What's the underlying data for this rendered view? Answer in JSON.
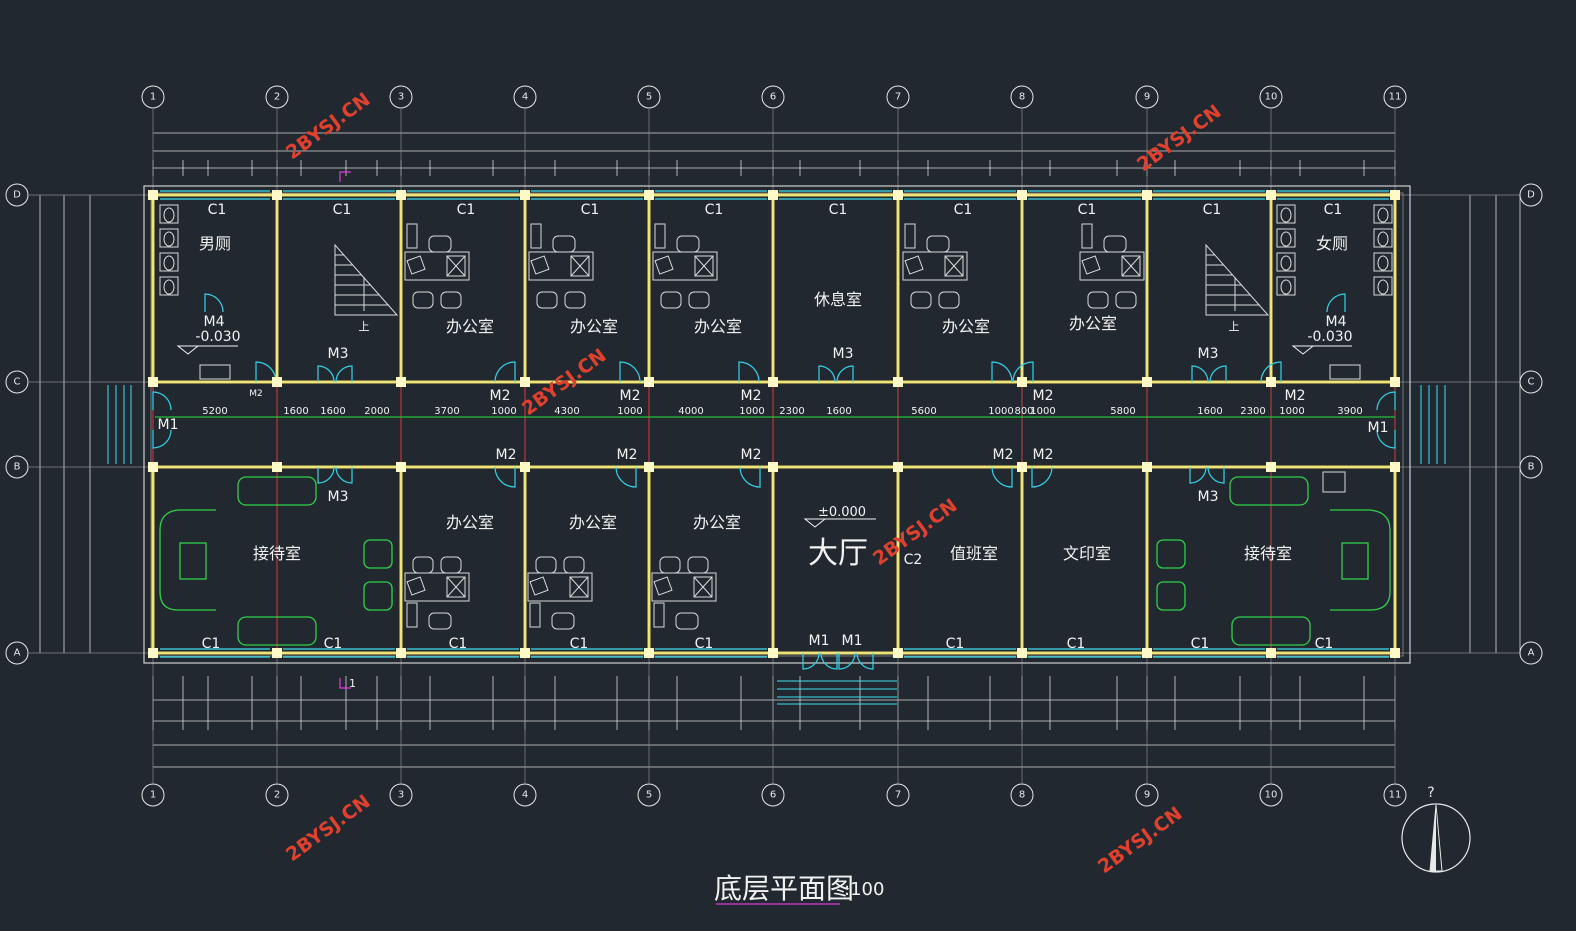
{
  "drawing": {
    "title": "底层平面图",
    "scale": ":100",
    "north_label": "?"
  },
  "axes": {
    "columns": [
      "1",
      "2",
      "3",
      "4",
      "5",
      "6",
      "7",
      "8",
      "9",
      "10",
      "11"
    ],
    "rows": [
      "D",
      "C",
      "B",
      "A"
    ]
  },
  "dimensions": {
    "corridor": [
      "5200",
      "1600",
      "1600",
      "2000",
      "3700",
      "1000",
      "4300",
      "1000",
      "4000",
      "1000",
      "2300",
      "1600",
      "5600",
      "1000",
      "800",
      "1000",
      "5800",
      "1600",
      "2300",
      "1000",
      "3900"
    ]
  },
  "rooms": {
    "mens_toilet": "男厕",
    "womens_toilet": "女厕",
    "office": "办公室",
    "lounge": "休息室",
    "reception": "接待室",
    "hall": "大厅",
    "duty_room": "值班室",
    "print_room": "文印室",
    "stair_up": "上"
  },
  "levels": {
    "toilet": "-0.030",
    "hall": "±0.000"
  },
  "openings": {
    "C1": "C1",
    "C2": "C2",
    "M1": "M1",
    "M2": "M2",
    "M3": "M3",
    "M4": "M4"
  },
  "section_mark": "1",
  "watermark": "2BYSJ.CN",
  "colors": {
    "background": "#212830",
    "wall": "#e8d85a",
    "glass": "#3fe0ee",
    "sofa": "#2fd04a",
    "axis_line": "#d83a3a",
    "corridor_line": "#25c23a",
    "watermark": "#e0412e"
  }
}
